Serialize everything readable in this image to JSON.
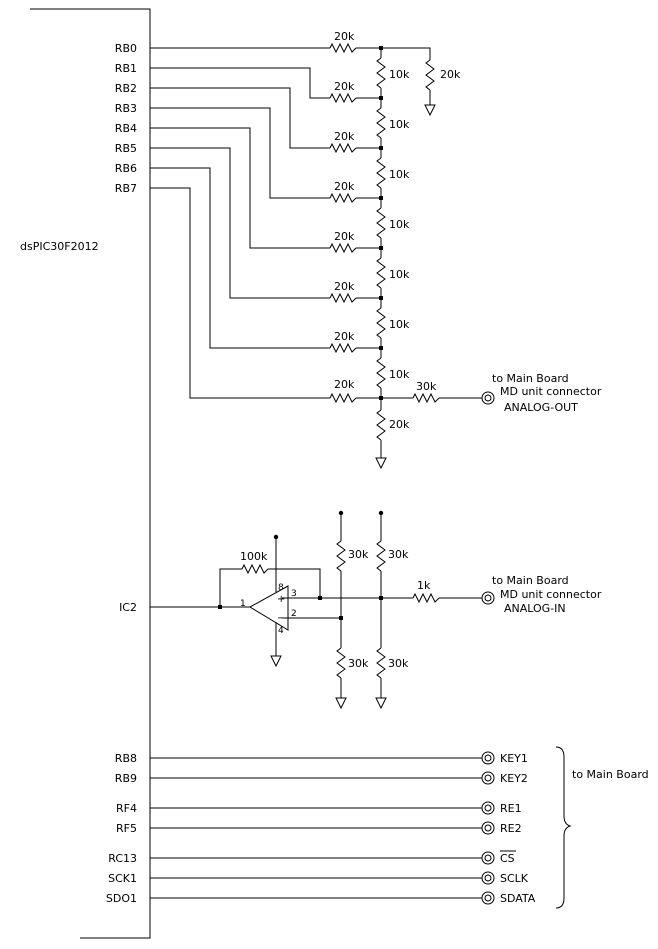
{
  "chip": {
    "name": "dsPIC30F2012"
  },
  "pins": {
    "rb0": "RB0",
    "rb1": "RB1",
    "rb2": "RB2",
    "rb3": "RB3",
    "rb4": "RB4",
    "rb5": "RB5",
    "rb6": "RB6",
    "rb7": "RB7",
    "ic2": "IC2",
    "rb8": "RB8",
    "rb9": "RB9",
    "rf4": "RF4",
    "rf5": "RF5",
    "rc13": "RC13",
    "sck1": "SCK1",
    "sdo1": "SDO1"
  },
  "ladder": {
    "r20k": "20k",
    "r10k": "10k",
    "r30k": "30k"
  },
  "analog_out": {
    "line1": "to Main Board",
    "line2": "MD unit connector",
    "line3": "ANALOG-OUT"
  },
  "analog_in": {
    "r_fb": "100k",
    "r_div": "30k",
    "r_out": "1k",
    "pin1": "1",
    "pin2": "2",
    "pin3": "3",
    "pin4": "4",
    "pin8": "8",
    "plus": "+",
    "minus": "−",
    "line1": "to Main Board",
    "line2": "MD unit connector",
    "line3": "ANALOG-IN"
  },
  "digital": {
    "key1": "KEY1",
    "key2": "KEY2",
    "re1": "RE1",
    "re2": "RE2",
    "cs": "CS",
    "sclk": "SCLK",
    "sdata": "SDATA",
    "to_main": "to Main Board"
  }
}
